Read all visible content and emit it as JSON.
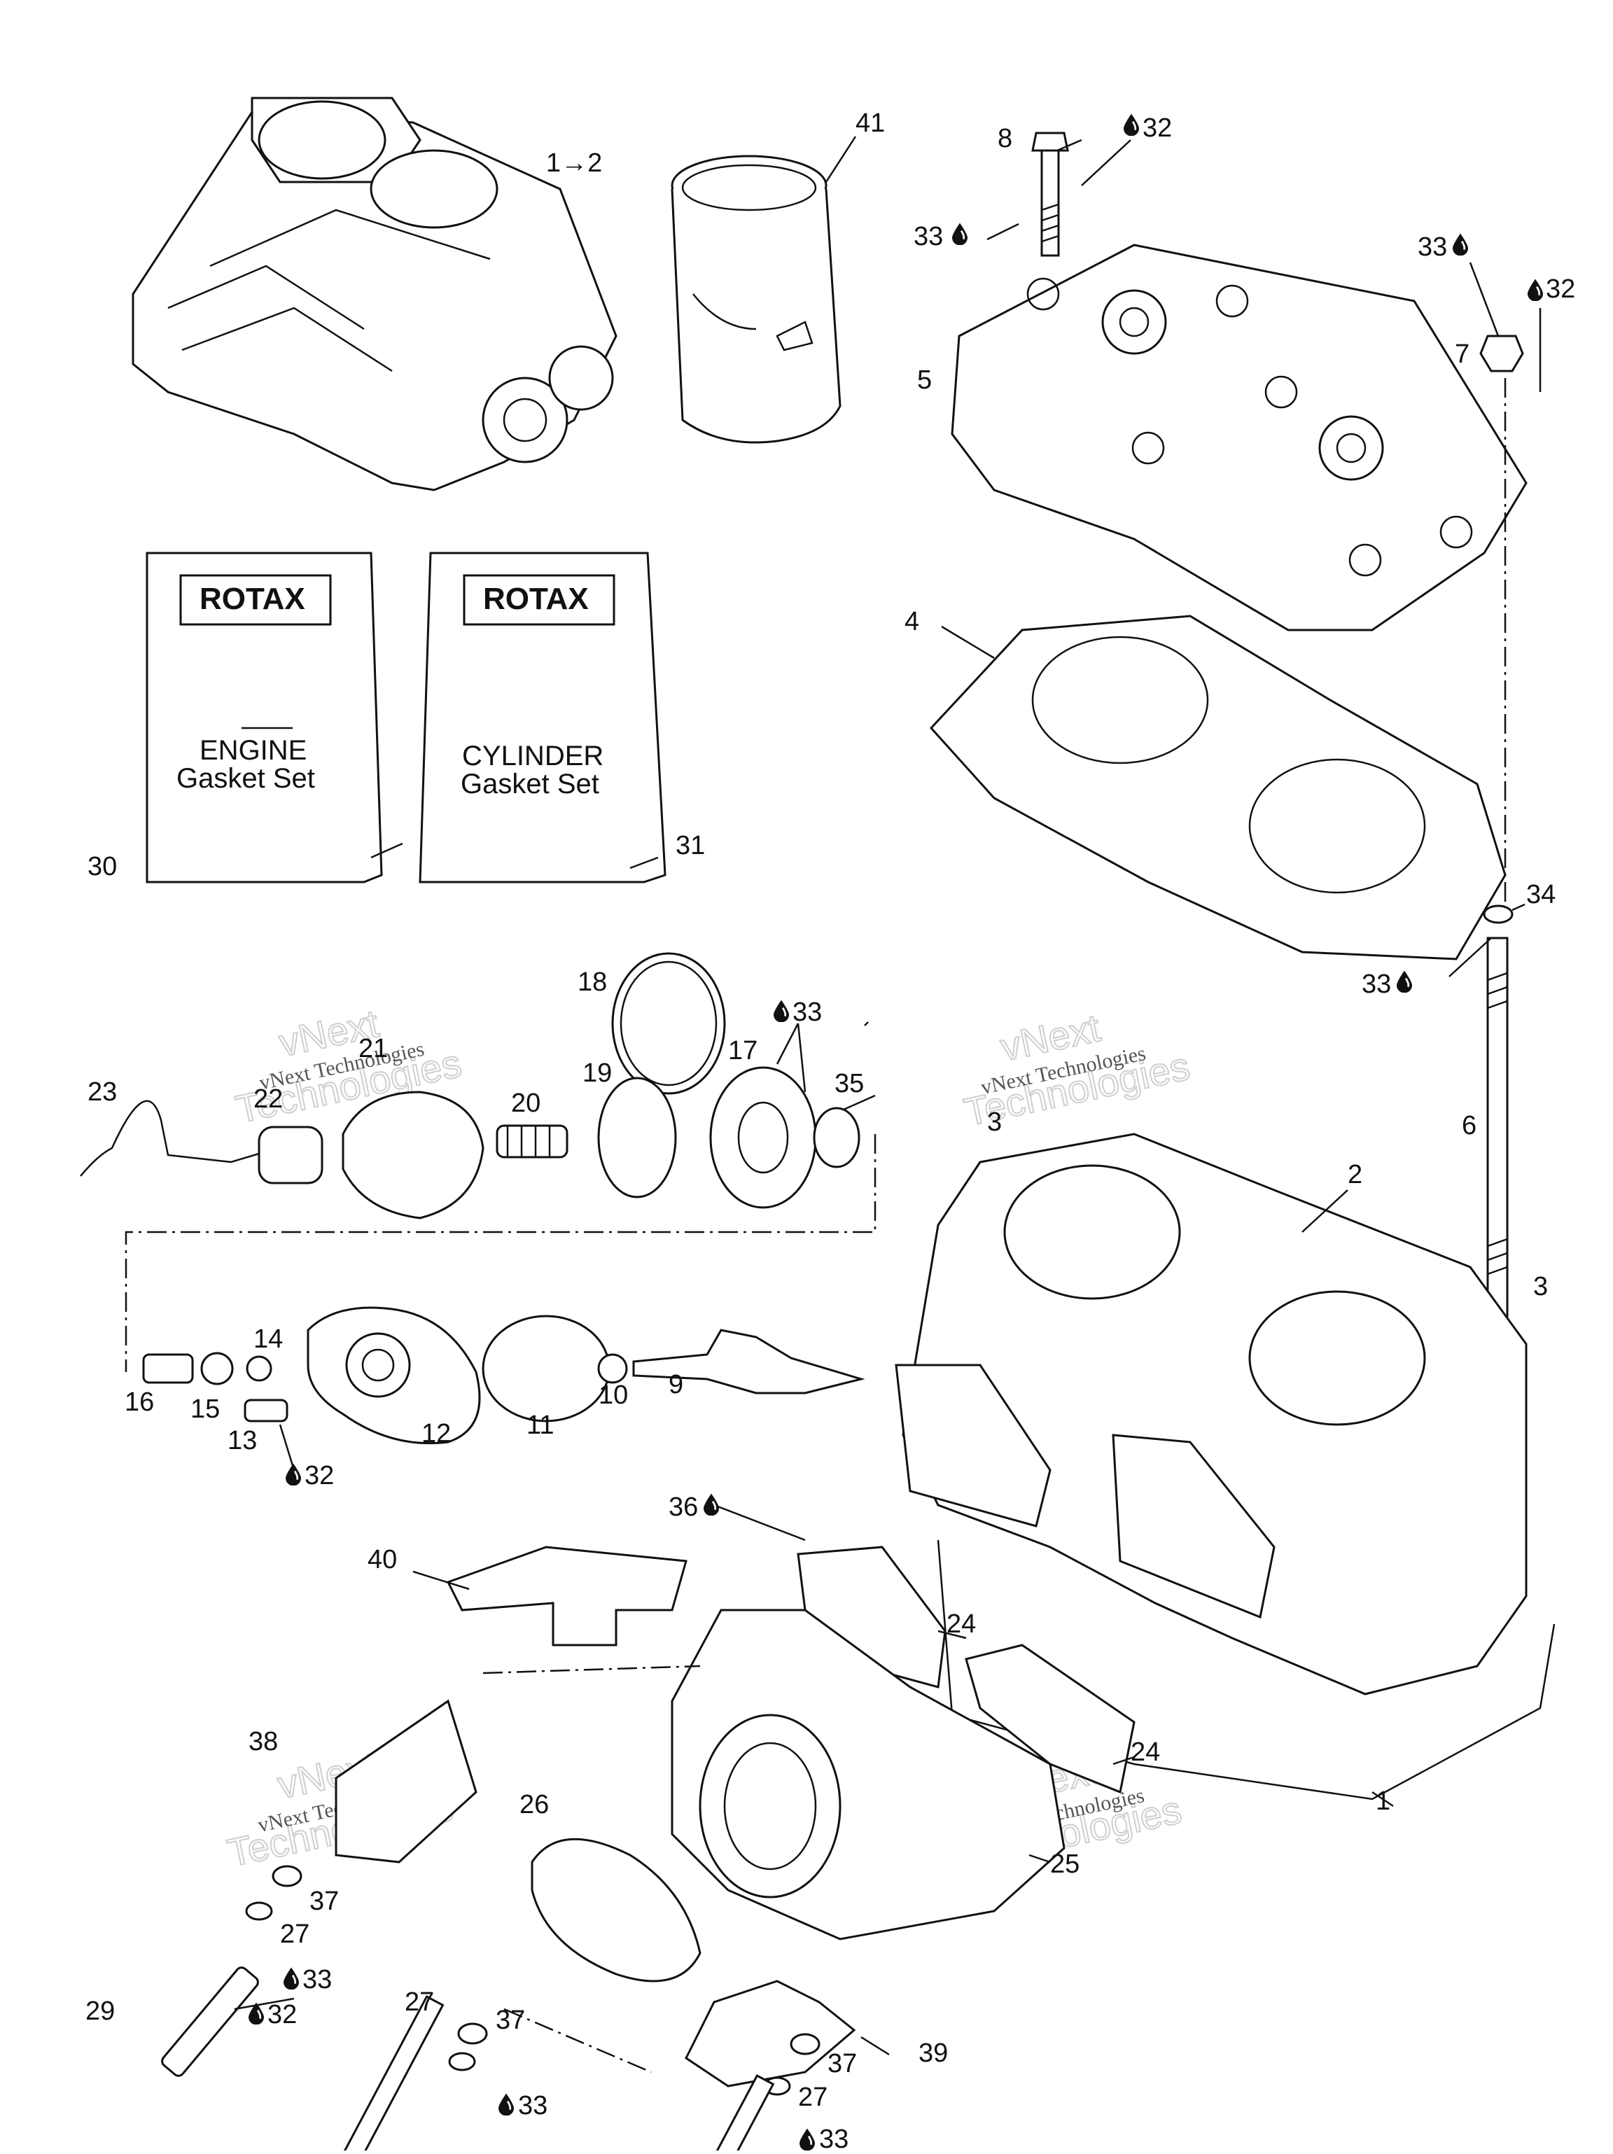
{
  "watermark": {
    "line1": "vNext",
    "line2": "Technologies",
    "caption": "vNext Technologies"
  },
  "kits": [
    {
      "brand": "ROTAX",
      "line1": "ENGINE",
      "line2": "Gasket Set",
      "ref": "30"
    },
    {
      "brand": "ROTAX",
      "line1": "CYLINDER",
      "line2": "Gasket Set",
      "ref": "31"
    }
  ],
  "labels": {
    "l1_2": "1→2",
    "l41": "41",
    "l8": "8",
    "l32a": "32",
    "l33a": "33",
    "l33b": "33",
    "l32b": "32",
    "l7": "7",
    "l5": "5",
    "l4": "4",
    "l34": "34",
    "l33c": "33",
    "l6": "6",
    "l3a": "3",
    "l3b": "3",
    "l2": "2",
    "l18": "18",
    "l33d": "33",
    "l17": "17",
    "l35": "35",
    "l19": "19",
    "l20": "20",
    "l21": "21",
    "l22": "22",
    "l23": "23",
    "l14": "14",
    "l16": "16",
    "l15": "15",
    "l13": "13",
    "l12": "12",
    "l11": "11",
    "l10": "10",
    "l9": "9",
    "l32c": "32",
    "l36": "36",
    "l40": "40",
    "l24a": "24",
    "l24b": "24",
    "l1": "1",
    "l38": "38",
    "l26": "26",
    "l25": "25",
    "l37a": "37",
    "l27a": "27",
    "l33e": "33",
    "l29": "29",
    "l32d": "32",
    "l27b": "27",
    "l37b": "37",
    "l39": "39",
    "l33f": "33",
    "l37c": "37",
    "l27c": "27",
    "l33g": "33"
  }
}
